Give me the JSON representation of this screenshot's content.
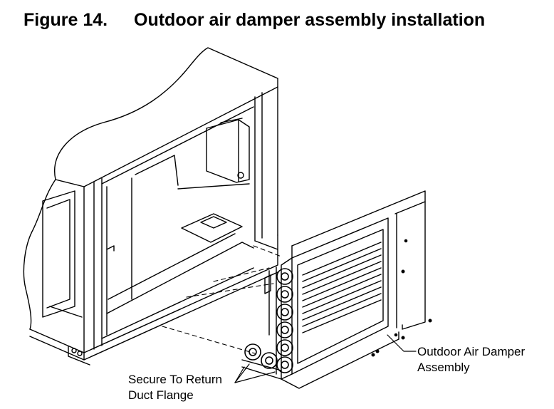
{
  "figure": {
    "number": "Figure 14.",
    "title": "Outdoor air damper assembly installation"
  },
  "callouts": {
    "secure_flange": {
      "line1": "Secure To Return",
      "line2": "Duct Flange"
    },
    "damper_assembly": {
      "line1": "Outdoor Air Damper",
      "line2": "Assembly"
    }
  },
  "colors": {
    "ink": "#000000",
    "paper": "#ffffff",
    "shade": "#e6e6e6"
  }
}
